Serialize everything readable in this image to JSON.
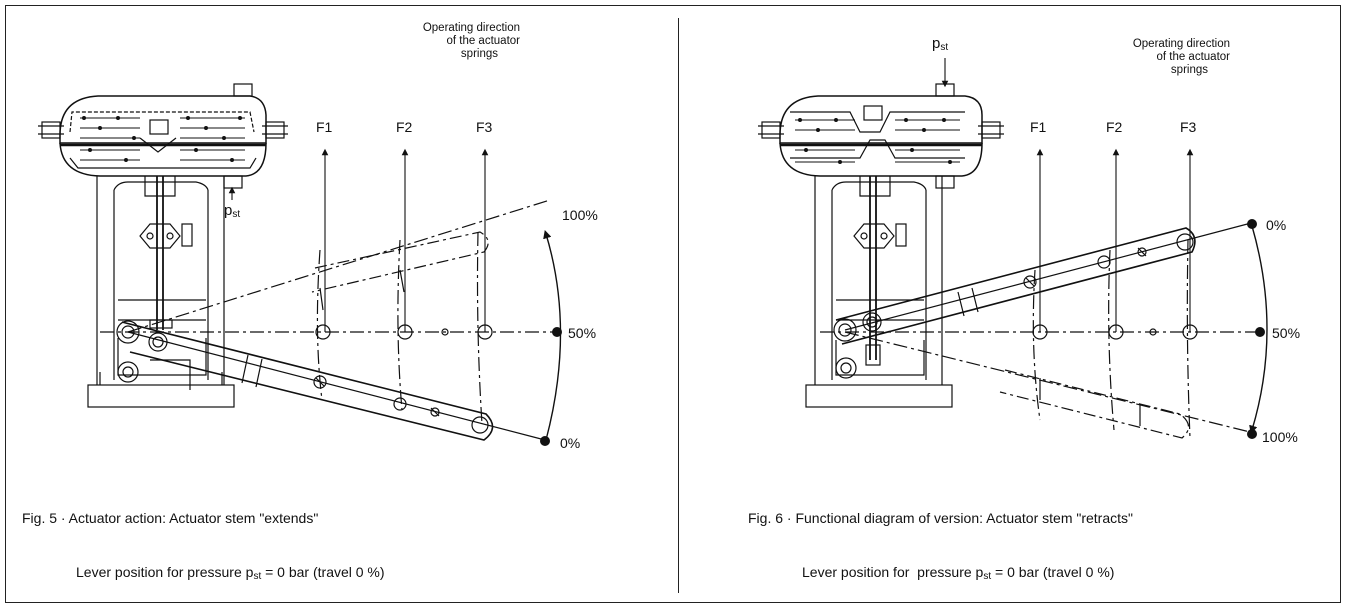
{
  "left": {
    "direction_label": [
      "Operating direction",
      "of the actuator",
      "springs"
    ],
    "forces": [
      "F1",
      "F2",
      "F3"
    ],
    "pressure": {
      "p": "p",
      "sub": "st"
    },
    "positions": [
      "100%",
      "50%",
      "0%"
    ],
    "caption": {
      "line1": "Fig. 5 · Actuator action: Actuator stem \"extends\"",
      "line2_pre": "Lever position for pressure p",
      "line2_sub": "st",
      "line2_post": " = 0 bar (travel 0 %)"
    }
  },
  "right": {
    "direction_label": [
      "Operating direction",
      "of the actuator",
      "springs"
    ],
    "forces": [
      "F1",
      "F2",
      "F3"
    ],
    "pressure": {
      "p": "p",
      "sub": "st"
    },
    "positions": [
      "0%",
      "50%",
      "100%"
    ],
    "caption": {
      "line1": "Fig. 6 · Functional diagram of version: Actuator stem \"retracts\"",
      "line2_pre": "Lever position for  pressure p",
      "line2_sub": "st",
      "line2_post": " = 0 bar (travel 0 %)"
    }
  }
}
